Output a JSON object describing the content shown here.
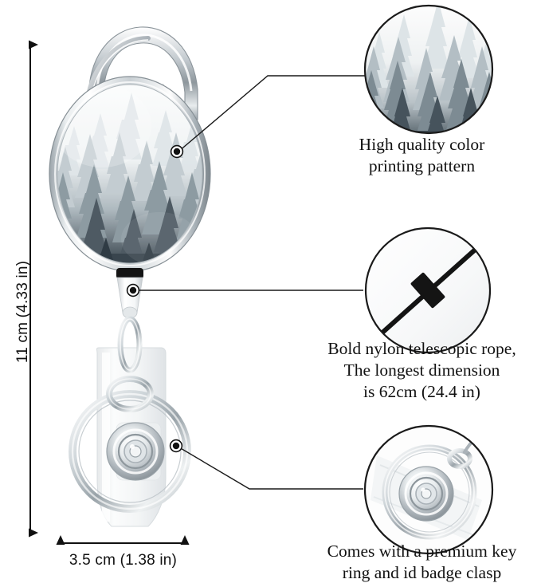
{
  "product": {
    "name": "retractable-carabiner-badge-reel",
    "pattern_name": "misty-forest-pine-trees"
  },
  "dimensions": {
    "height_label": "11 cm (4.33 in)",
    "width_label": "3.5 cm (1.38 in)"
  },
  "features": [
    {
      "id": "color-printing",
      "callout_icon": "forest-pattern-closeup",
      "lines": [
        "High quality color",
        "printing pattern"
      ]
    },
    {
      "id": "nylon-rope",
      "callout_icon": "nylon-cord-closeup",
      "lines": [
        "Bold nylon telescopic rope,",
        "The longest dimension",
        "is 62cm (24.4 in)"
      ]
    },
    {
      "id": "key-ring-clasp",
      "callout_icon": "key-ring-snap-closeup",
      "lines": [
        "Comes with a premium key",
        "ring and id badge clasp"
      ]
    }
  ],
  "colors": {
    "line": "#1a1a1a",
    "text": "#111111",
    "background": "#ffffff",
    "chrome_light": "#f2f4f5",
    "chrome_mid": "#b9c0c5",
    "chrome_dark": "#6f787e",
    "forest_sky": "#f4f6f7",
    "forest_far": "#cdd5d8",
    "forest_mid": "#8d9ba2",
    "forest_near": "#5c6a72",
    "forest_dark": "#39454e",
    "cord_black": "#141414"
  }
}
